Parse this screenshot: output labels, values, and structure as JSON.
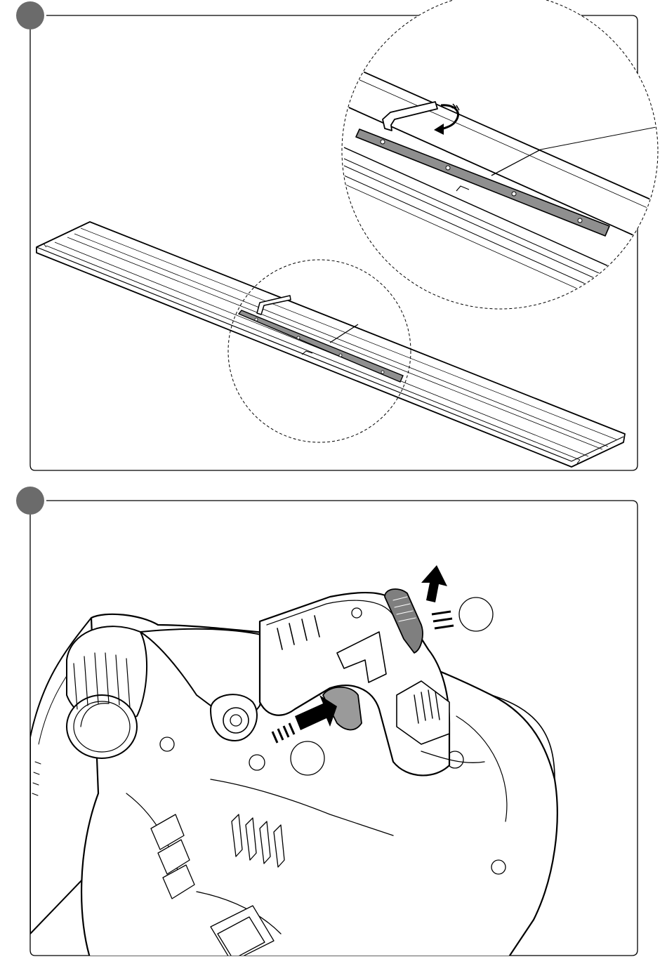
{
  "document": {
    "panels": [
      {
        "step_badge": "",
        "illustration": "guide-rail-connector-with-hex-key",
        "zoom_detail": true,
        "arrows": [
          "rotate-arrow"
        ]
      },
      {
        "step_badge": "",
        "illustration": "circular-saw-handle-and-lock-lever",
        "callouts": [
          "",
          ""
        ],
        "arrows": [
          "push-arrow",
          "up-arrow"
        ]
      }
    ],
    "colors": {
      "line": "#000000",
      "badge": "#6b6b6b",
      "connector_fill": "#8f8f8f",
      "grip_fill": "#9a9a9a",
      "background": "#ffffff"
    }
  }
}
